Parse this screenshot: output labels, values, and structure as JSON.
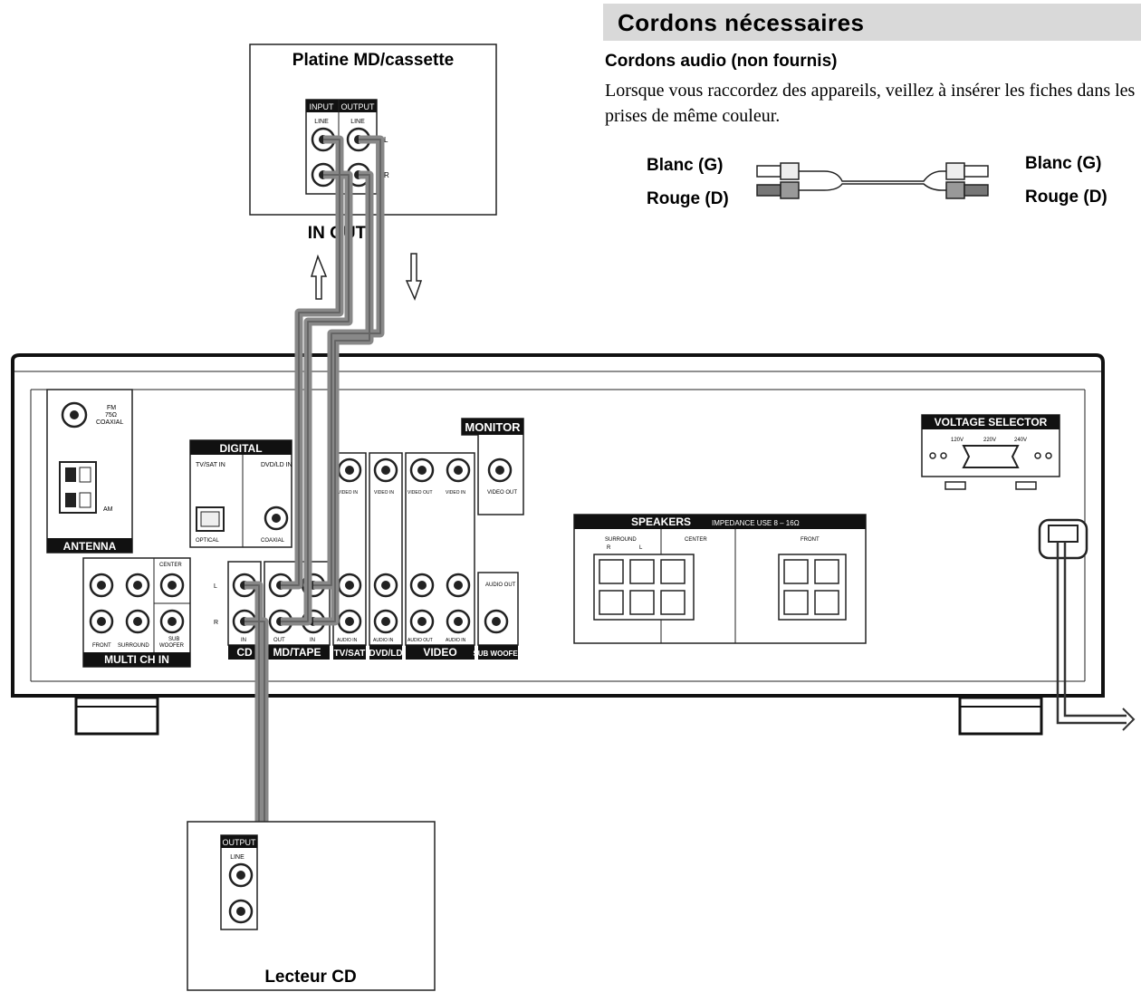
{
  "header": {
    "title": "Cordons nécessaires"
  },
  "cords": {
    "heading": "Cordons audio (non fournis)",
    "text": "Lorsque vous raccordez des appareils, veillez à insérer les fiches dans les prises de même couleur.",
    "left_white": "Blanc (G)",
    "left_red": "Rouge (D)",
    "right_white": "Blanc (G)",
    "right_red": "Rouge (D)"
  },
  "md_deck": {
    "title": "Platine MD/cassette",
    "input": "INPUT",
    "output": "OUTPUT",
    "line_in": "LINE",
    "line_out": "LINE",
    "l": "L",
    "r": "R",
    "in_out": "IN OUT"
  },
  "receiver": {
    "antenna": "ANTENNA",
    "fm": "FM",
    "ohm": "75Ω",
    "coaxial": "COAXIAL",
    "am": "AM",
    "digital": "DIGITAL",
    "tvsat_in": "TV/SAT IN",
    "dvdld_in": "DVD/LD IN",
    "optical": "OPTICAL",
    "coaxial2": "COAXIAL",
    "monitor": "MONITOR",
    "video_in": "VIDEO IN",
    "video_out": "VIDEO OUT",
    "multi_ch_in": "MULTI CH IN",
    "front": "FRONT",
    "surround": "SURROUND",
    "center": "CENTER",
    "woofer": "WOOFER",
    "sub": "SUB",
    "audio_out": "AUDIO OUT",
    "audio_in": "AUDIO IN",
    "in": "IN",
    "out": "OUT",
    "cd": "CD",
    "mdtape": "MD/TAPE",
    "tvsat": "TV/SAT",
    "dvdld": "DVD/LD",
    "video": "VIDEO",
    "subwoofer": "SUB WOOFER",
    "speakers": "SPEAKERS",
    "impedance": "IMPEDANCE USE 8 – 16Ω",
    "surround_r": "R",
    "surround_l": "L",
    "voltage_selector": "VOLTAGE SELECTOR",
    "v120": "120V",
    "v220": "220V",
    "v240": "240V"
  },
  "cd_player": {
    "title": "Lecteur CD",
    "output": "OUTPUT",
    "line": "LINE"
  }
}
